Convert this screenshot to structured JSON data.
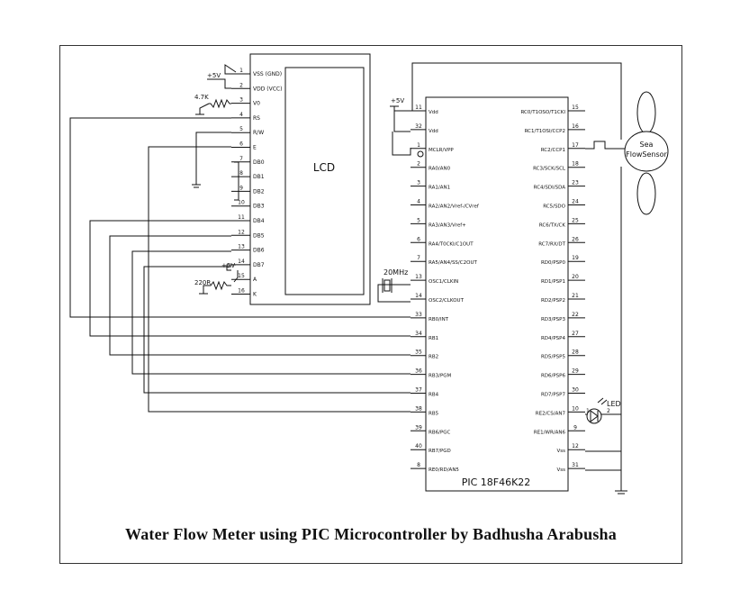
{
  "caption": "Water Flow Meter using PIC Microcontroller by Badhusha Arabusha",
  "lcd": {
    "label": "LCD",
    "pins": [
      {
        "num": "1",
        "name": "VSS (GND)"
      },
      {
        "num": "2",
        "name": "VDD (VCC)"
      },
      {
        "num": "3",
        "name": "V0"
      },
      {
        "num": "4",
        "name": "RS"
      },
      {
        "num": "5",
        "name": "R/W"
      },
      {
        "num": "6",
        "name": "E"
      },
      {
        "num": "7",
        "name": "DB0"
      },
      {
        "num": "8",
        "name": "DB1"
      },
      {
        "num": "9",
        "name": "DB2"
      },
      {
        "num": "10",
        "name": "DB3"
      },
      {
        "num": "11",
        "name": "DB4"
      },
      {
        "num": "12",
        "name": "DB5"
      },
      {
        "num": "13",
        "name": "DB6"
      },
      {
        "num": "14",
        "name": "DB7"
      },
      {
        "num": "15",
        "name": "A"
      },
      {
        "num": "16",
        "name": "K"
      }
    ]
  },
  "mcu": {
    "label": "PIC 18F46K22",
    "left_pins": [
      {
        "num": "11",
        "name": "Vdd"
      },
      {
        "num": "32",
        "name": "Vdd"
      },
      {
        "num": "1",
        "name": "MCLR/VPP"
      },
      {
        "num": "2",
        "name": "RA0/AN0"
      },
      {
        "num": "3",
        "name": "RA1/AN1"
      },
      {
        "num": "4",
        "name": "RA2/AN2/Vref-/CVref"
      },
      {
        "num": "5",
        "name": "RA3/AN3/Vref+"
      },
      {
        "num": "6",
        "name": "RA4/T0CKI/C1OUT"
      },
      {
        "num": "7",
        "name": "RA5/AN4/SS/C2OUT"
      },
      {
        "num": "13",
        "name": "OSC1/CLKIN"
      },
      {
        "num": "14",
        "name": "OSC2/CLKOUT"
      },
      {
        "num": "33",
        "name": "RB0/INT"
      },
      {
        "num": "34",
        "name": "RB1"
      },
      {
        "num": "35",
        "name": "RB2"
      },
      {
        "num": "36",
        "name": "RB3/PGM"
      },
      {
        "num": "37",
        "name": "RB4"
      },
      {
        "num": "38",
        "name": "RB5"
      },
      {
        "num": "39",
        "name": "RB6/PGC"
      },
      {
        "num": "40",
        "name": "RB7/PGD"
      },
      {
        "num": "8",
        "name": "RE0/RD/AN5"
      }
    ],
    "right_pins": [
      {
        "num": "15",
        "name": "RC0/T1OSO/T1CKI"
      },
      {
        "num": "16",
        "name": "RC1/T1OSI/CCP2"
      },
      {
        "num": "17",
        "name": "RC2/CCP1"
      },
      {
        "num": "18",
        "name": "RC3/SCK/SCL"
      },
      {
        "num": "23",
        "name": "RC4/SDI/SDA"
      },
      {
        "num": "24",
        "name": "RC5/SDO"
      },
      {
        "num": "25",
        "name": "RC6/TX/CK"
      },
      {
        "num": "26",
        "name": "RC7/RX/DT"
      },
      {
        "num": "19",
        "name": "RD0/PSP0"
      },
      {
        "num": "20",
        "name": "RD1/PSP1"
      },
      {
        "num": "21",
        "name": "RD2/PSP2"
      },
      {
        "num": "22",
        "name": "RD3/PSP3"
      },
      {
        "num": "27",
        "name": "RD4/PSP4"
      },
      {
        "num": "28",
        "name": "RD5/PSP5"
      },
      {
        "num": "29",
        "name": "RD6/PSP6"
      },
      {
        "num": "30",
        "name": "RD7/PSP7"
      },
      {
        "num": "10",
        "name": "RE2/CS/AN7"
      },
      {
        "num": "9",
        "name": "RE1/WR/AN6"
      },
      {
        "num": "12",
        "name": "Vss"
      },
      {
        "num": "31",
        "name": "Vss"
      }
    ]
  },
  "components": {
    "vcc_lcd": "+5V",
    "vcc_mcu": "+5V",
    "vcc_backlight": "+5V",
    "pot": "4.7K",
    "backlight_res": "220R",
    "crystal": "20MHz",
    "sensor_line1": "Sea",
    "sensor_line2": "FlowSensor",
    "led": "LED",
    "led_pin1": "1",
    "led_pin2": "2"
  }
}
